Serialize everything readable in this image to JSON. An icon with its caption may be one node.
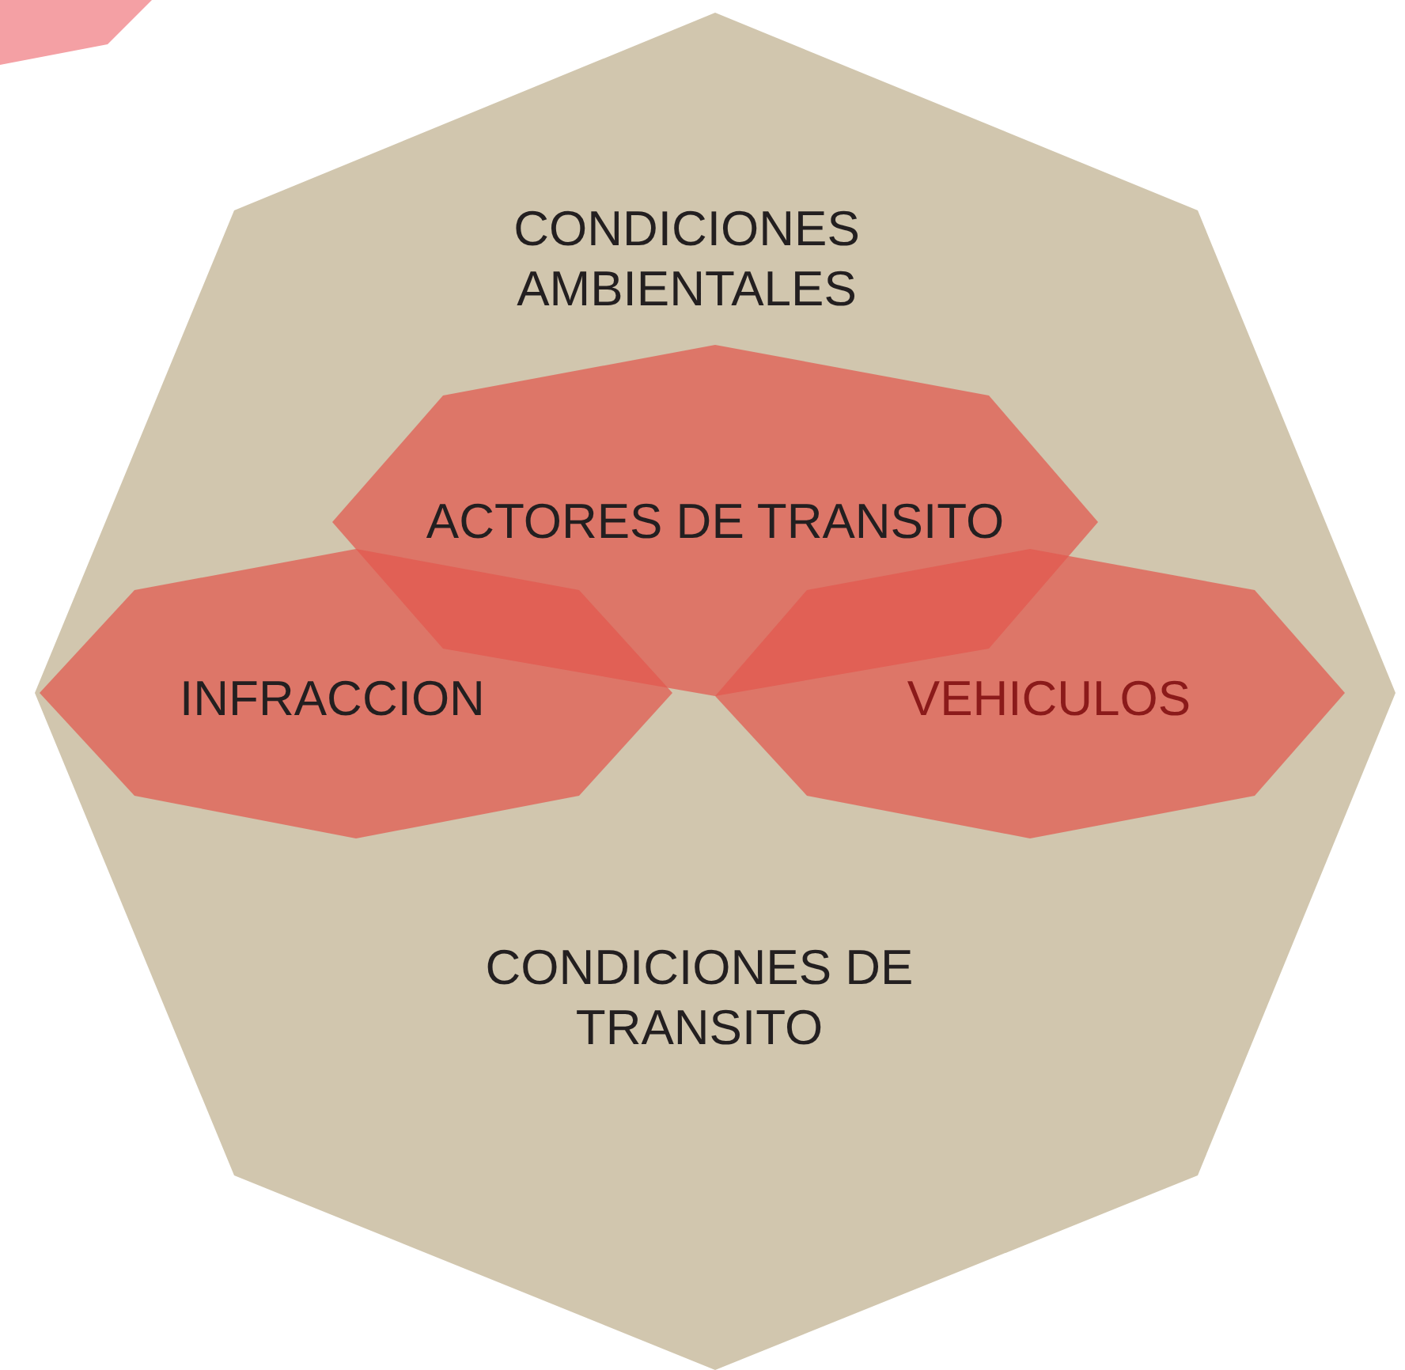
{
  "diagram": {
    "nodes": [
      {
        "text": [
          "CONDICIONES AMBIENTALES",
          "CONDICIONES DE TRANSITO"
        ]
      },
      {
        "text": [
          "ACTORES DE TRANSITO"
        ],
        "in": 0
      },
      {
        "text": [
          "INFRACCION"
        ],
        "in": 0
      },
      {
        "text": [
          "VEHICULOS"
        ],
        "in": 0
      }
    ]
  }
}
